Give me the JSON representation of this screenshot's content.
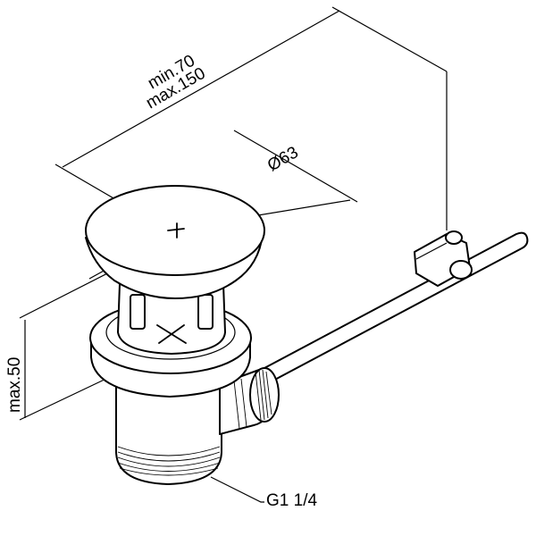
{
  "dimensions": {
    "reach_min": "min.70",
    "reach_max": "max.150",
    "diameter": "Ø63",
    "height_max": "max.50"
  },
  "callouts": {
    "thread": "G1 1/4"
  }
}
